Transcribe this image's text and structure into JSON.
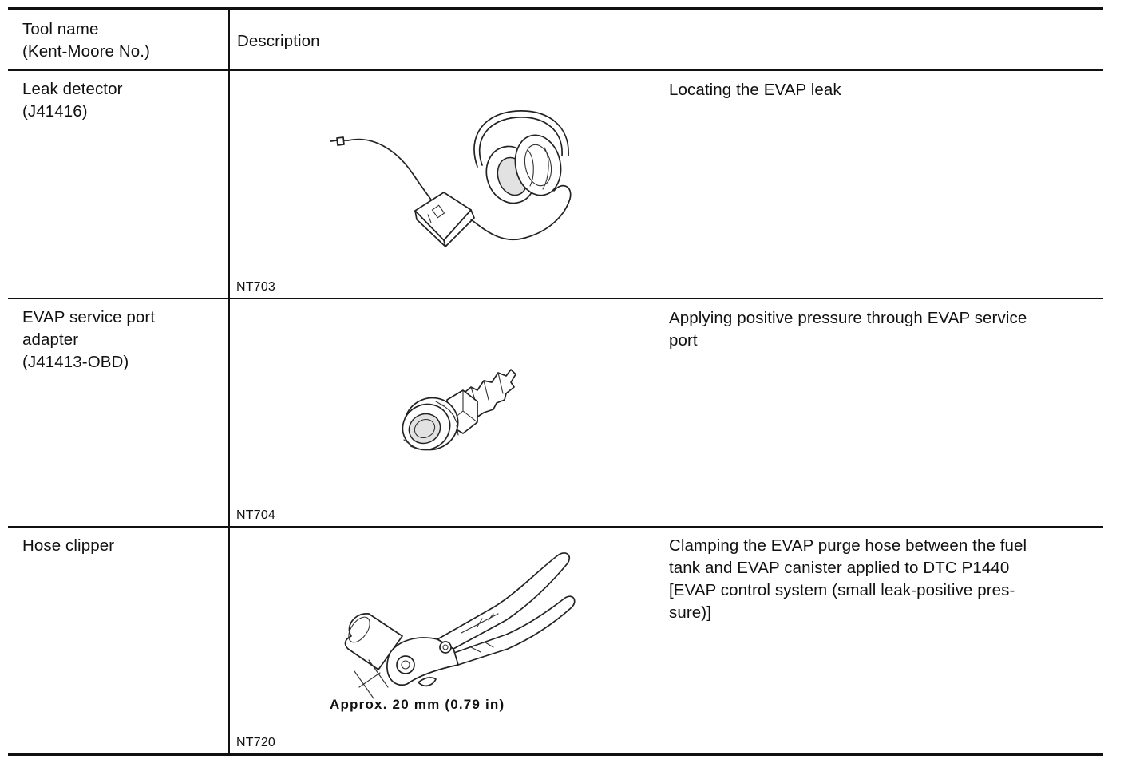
{
  "table": {
    "headers": {
      "tool_name": "Tool name\n(Kent-Moore No.)",
      "description": "Description"
    },
    "rows": [
      {
        "tool_name": "Leak detector\n(J41416)",
        "figure_code": "NT703",
        "figure_icon": "leak-detector-icon",
        "description": "Locating the EVAP leak"
      },
      {
        "tool_name": "EVAP service port\nadapter\n(J41413-OBD)",
        "figure_code": "NT704",
        "figure_icon": "service-port-adapter-icon",
        "description": "Applying positive pressure through EVAP service\nport"
      },
      {
        "tool_name": "Hose clipper",
        "figure_code": "NT720",
        "figure_icon": "hose-clipper-icon",
        "figure_callout": "Approx. 20 mm (0.79 in)",
        "description": "Clamping the EVAP purge hose between the fuel\ntank and EVAP canister applied to DTC P1440\n[EVAP control system (small leak-positive pres-\nsure)]"
      }
    ]
  }
}
